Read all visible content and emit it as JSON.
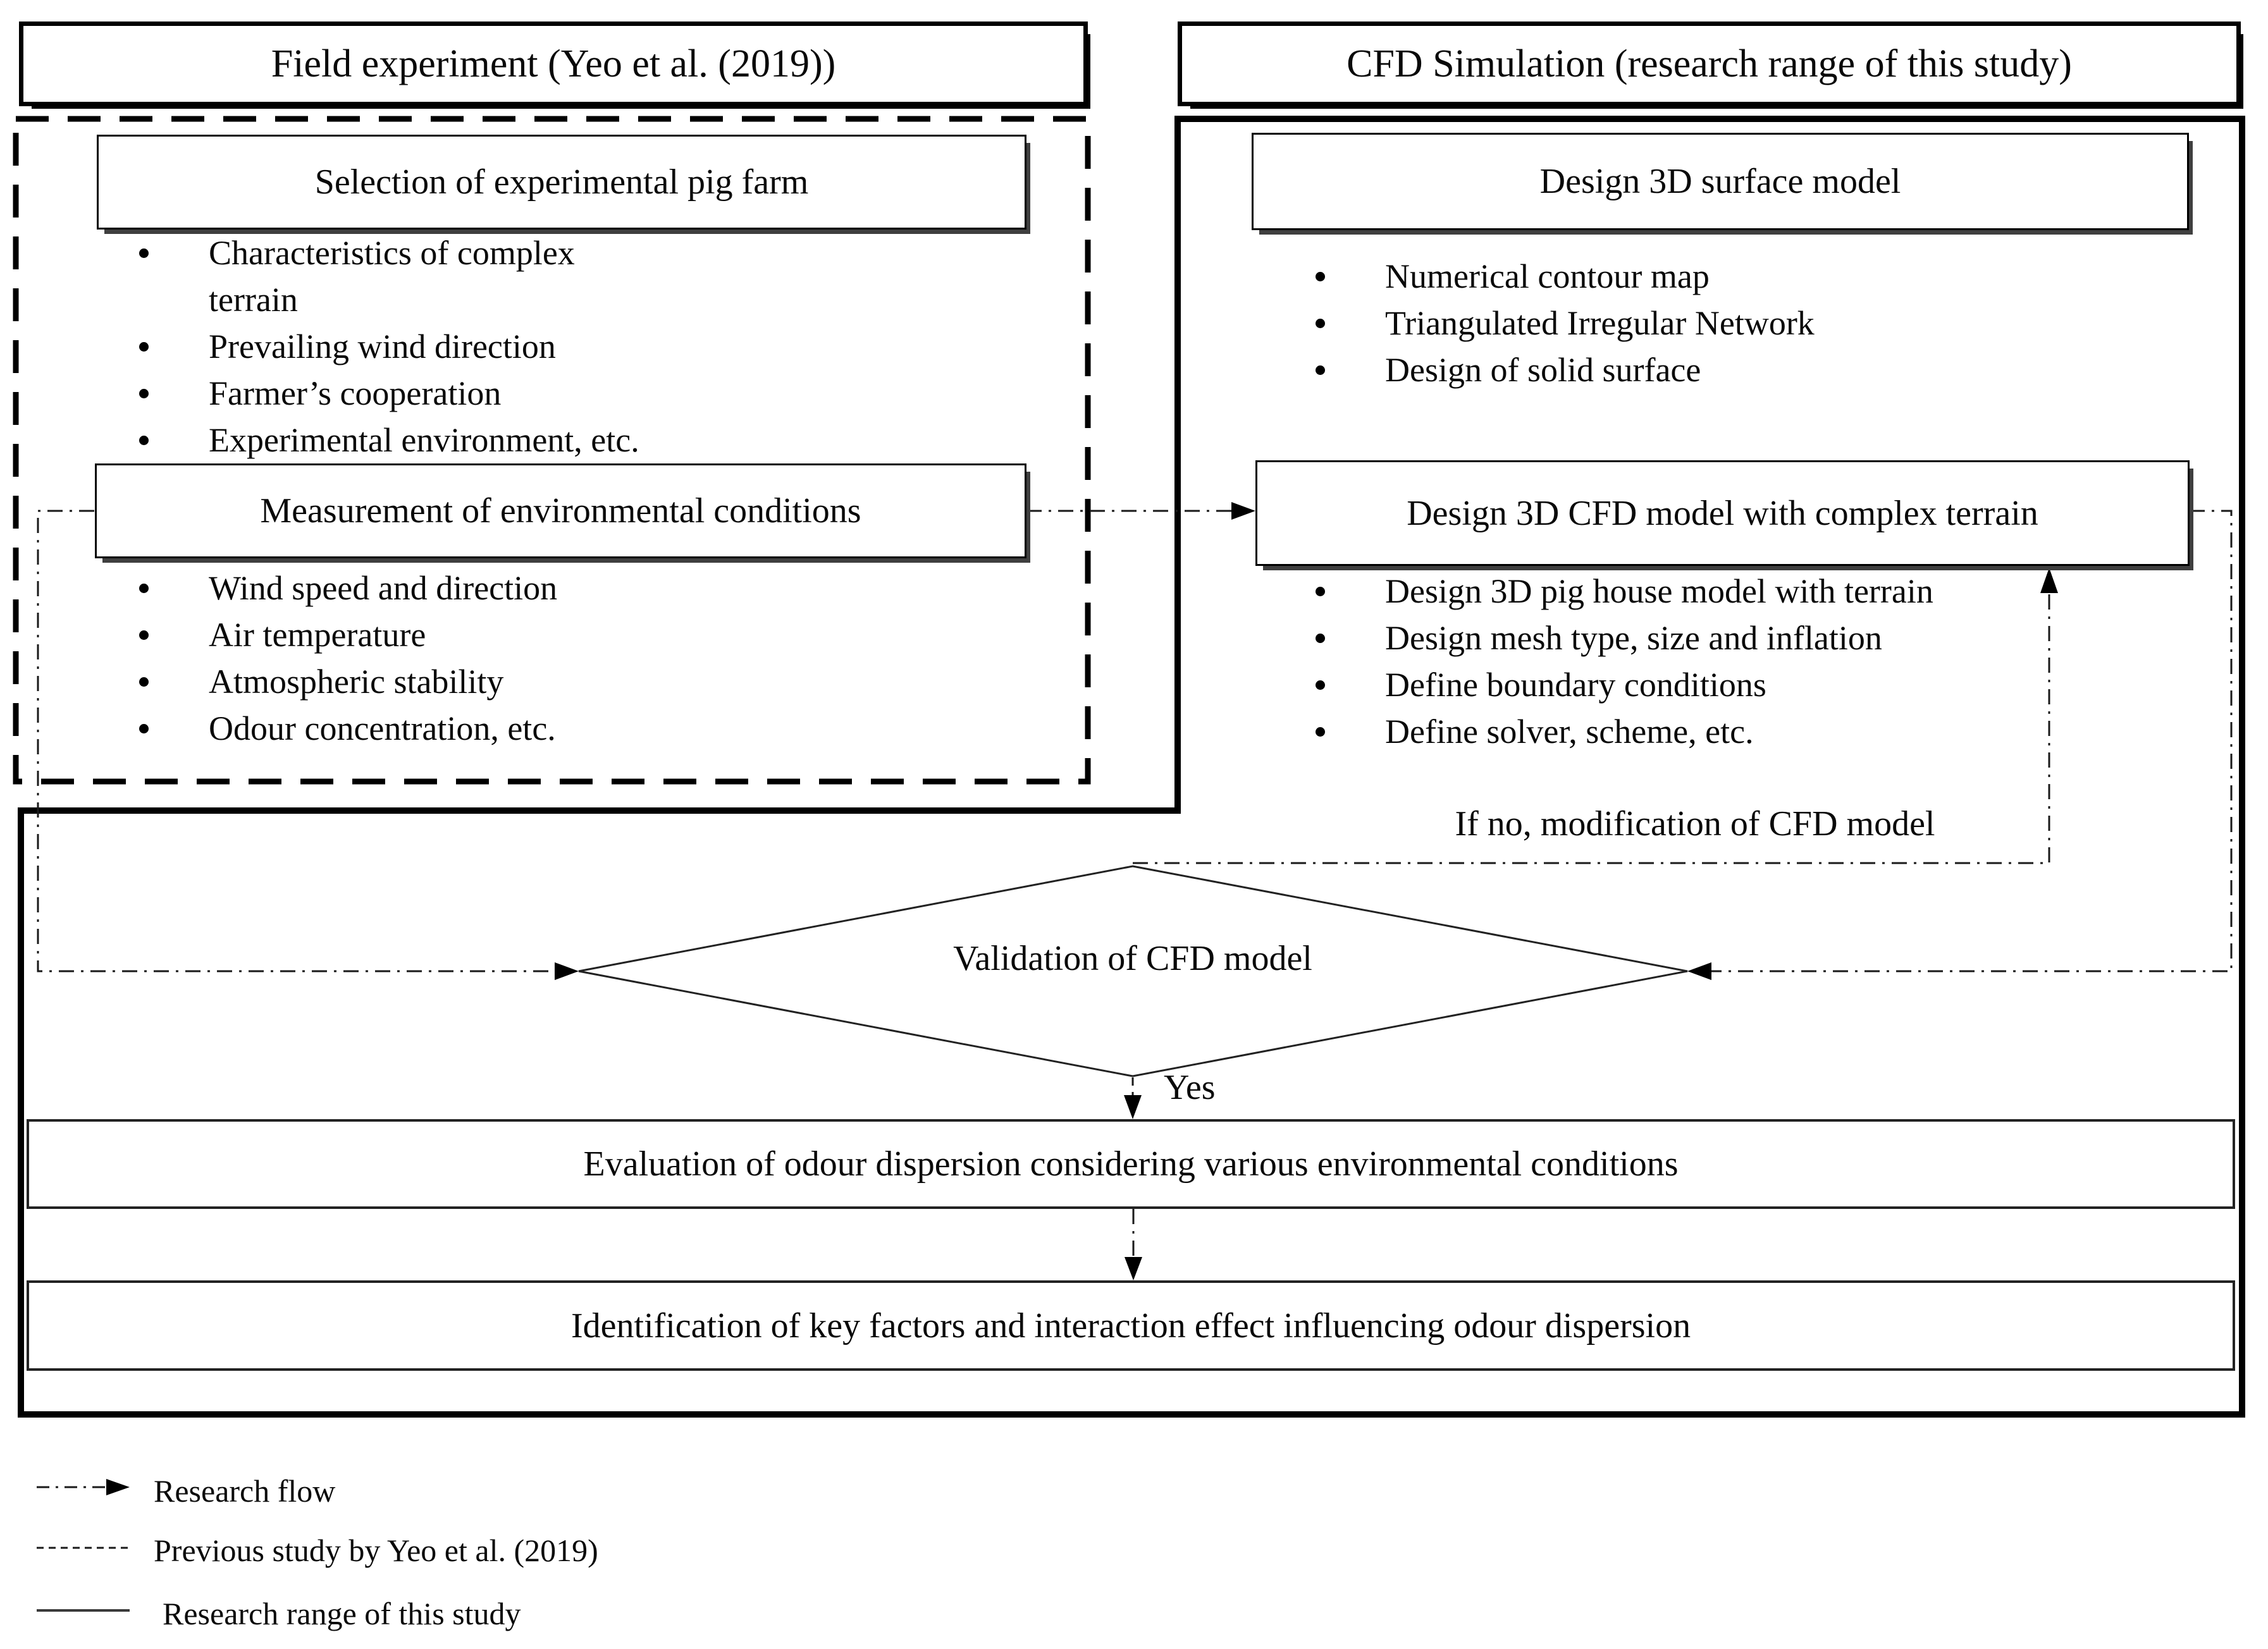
{
  "header": {
    "left_title": "Field experiment (Yeo et al. (2019))",
    "right_title": "CFD Simulation (research range of this study)"
  },
  "left_panel": {
    "box1_label": "Selection of experimental pig farm",
    "list1": [
      {
        "bullet": true,
        "text": "Characteristics of complex"
      },
      {
        "bullet": false,
        "text": "terrain"
      },
      {
        "bullet": true,
        "text": "Prevailing wind direction"
      },
      {
        "bullet": true,
        "text": "Farmer’s cooperation"
      },
      {
        "bullet": true,
        "text": "Experimental environment, etc."
      }
    ],
    "box2_label": "Measurement of environmental conditions",
    "list2": [
      {
        "bullet": true,
        "text": "Wind speed and direction"
      },
      {
        "bullet": true,
        "text": "Air temperature"
      },
      {
        "bullet": true,
        "text": "Atmospheric stability"
      },
      {
        "bullet": true,
        "text": "Odour concentration, etc."
      }
    ]
  },
  "right_panel": {
    "box1_label": "Design 3D surface model",
    "list1": [
      {
        "bullet": true,
        "text": "Numerical contour map"
      },
      {
        "bullet": true,
        "text": "Triangulated Irregular Network"
      },
      {
        "bullet": true,
        "text": "Design of solid surface"
      }
    ],
    "box2_label": "Design 3D CFD model with complex terrain",
    "list2": [
      {
        "bullet": true,
        "text": "Design 3D pig house model with terrain"
      },
      {
        "bullet": true,
        "text": "Design mesh type, size and inflation"
      },
      {
        "bullet": true,
        "text": "Define boundary conditions"
      },
      {
        "bullet": true,
        "text": "Define solver, scheme, etc."
      }
    ]
  },
  "flow": {
    "if_no_label": "If no, modification of CFD model",
    "diamond_label": "Validation of CFD model",
    "yes_label": "Yes",
    "evaluation_label": "Evaluation of odour dispersion considering various environmental conditions",
    "identification_label": "Identification of key factors and interaction effect influencing odour dispersion"
  },
  "legend": {
    "items": [
      {
        "style": "dash-dot-arrow",
        "label": "Research flow"
      },
      {
        "style": "dashed-line",
        "label": "Previous study by Yeo et al. (2019)"
      },
      {
        "style": "solid-line",
        "label": "Research range of this study"
      }
    ]
  },
  "colors": {
    "line": "#1a1a1a",
    "shadow": "#3f3f3f",
    "background": "#ffffff"
  }
}
